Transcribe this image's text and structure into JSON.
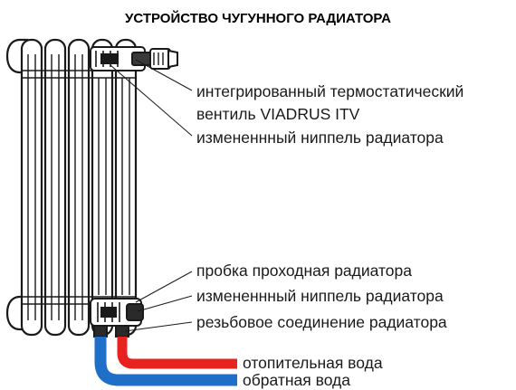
{
  "title": "УСТРОЙСТВО ЧУГУННОГО РАДИАТОРА",
  "labels": {
    "thermostatic_valve_line1": "интегрированный термостатический",
    "thermostatic_valve_line2": "вентиль VIADRUS ITV",
    "nipple_top": "измененнный ниппель радиатора",
    "plug": "пробка проходная радиатора",
    "nipple_bottom": "измененнный ниппель радиатора",
    "threaded_connection": "резьбовое соединение радиатора",
    "supply_water": "отопительная вода",
    "return_water": "обратная вода"
  },
  "colors": {
    "supply_pipe": "#e8231f",
    "return_pipe": "#1f6fc9",
    "outline": "#1a1a1a"
  }
}
